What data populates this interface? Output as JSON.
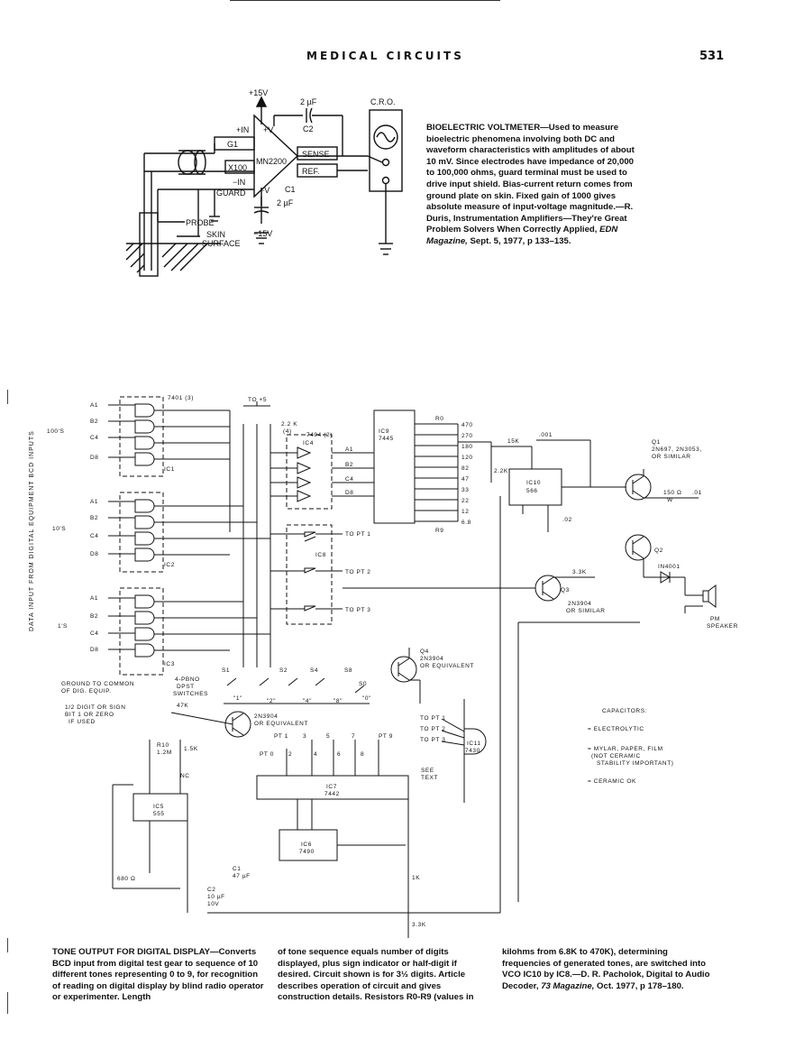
{
  "header": {
    "title": "MEDICAL CIRCUITS",
    "page_number": "531"
  },
  "bioelectric": {
    "caption_head": "BIOELECTRIC VOLTMETER",
    "caption_body": "—Used to measure bioelectric phenomena involving both DC and waveform characteristics with amplitudes of about 10 mV. Since electrodes have impedance of 20,000 to 100,000 ohms, guard terminal must be used to drive input shield. Bias-current return comes from ground plate on skin. Fixed gain of 1000 gives absolute measure of input-voltage magnitude.—R. Duris, Instrumentation Amplifiers—They're Great Problem Solvers When Correctly Applied, ",
    "caption_source": "EDN Magazine,",
    "caption_tail": " Sept. 5, 1977, p 133–135.",
    "labels": {
      "pos15": "+15V",
      "neg15": "−15V",
      "c2val": "2 µF",
      "c2": "C2",
      "cro": "C.R.O.",
      "in_pos": "+IN",
      "v_pos": "+V",
      "g1": "G1",
      "chip": "MN2200",
      "x100": "X100",
      "in_neg": "−IN",
      "guard": "GUARD",
      "v_neg": "−V",
      "c1": "C1",
      "c1val": "2 µF",
      "sense": "SENSE",
      "ref": "REF.",
      "probe": "PROBE",
      "skin": "SKIN",
      "surface": "SURFACE"
    }
  },
  "tone": {
    "caption_col1": "TONE OUTPUT FOR DIGITAL DISPLAY—Converts BCD input from digital test gear to sequence of 10 different tones representing 0 to 9, for recognition of reading on digital display by blind radio operator or experimenter. Length",
    "caption_col2": "of tone sequence equals number of digits displayed, plus sign indicator or half-digit if desired. Circuit shown is for 3½ digits. Article describes operation of circuit and gives construction details. Resistors R0-R9 (values in",
    "caption_col3a": "kilohms from 6.8K to 470K), determining frequencies of generated tones, are switched into VCO IC10 by IC8.—D. R. Pacholok, Digital to Audio Decoder, ",
    "caption_col3_source": "73 Magazine,",
    "caption_col3b": " Oct. 1977, p 178–180.",
    "side_label": "DATA INPUT FROM DIGITAL EQUIPMENT BCD INPUTS",
    "groups": [
      "100'S",
      "10'S",
      "1'S"
    ],
    "inputs": [
      "A1",
      "B2",
      "C4",
      "D8"
    ],
    "labels": {
      "ic7401": "7401 (3)",
      "to5": "TO +5",
      "r22k": "2.2 K",
      "r4": "(4)",
      "ic7404": "7404 (2)",
      "ic4": "IC4",
      "ic1": "IC1",
      "ic2": "IC2",
      "ic3": "IC3",
      "ic8": "IC8",
      "ic9a": "IC9",
      "ic9b": "7445",
      "r0": "R0",
      "r9": "R9",
      "ic10a": "IC10",
      "ic10b": "566",
      "q1a": "Q1",
      "q1b": "2N697, 2N3053,",
      "q1c": "OR SIMILAR",
      "q2": "Q2",
      "q3": "Q3",
      "q3part": "2N3904",
      "q3sim": "OR SIMILAR",
      "r15k": "15K",
      "c001": ".001",
      "c02": ".02",
      "r22k2": "2.2K",
      "r150": "150 Ω",
      "w": "W",
      "c01": ".01",
      "r33k": "3.3K",
      "d1": "IN4001",
      "spk1": "PM",
      "spk2": "SPEAKER",
      "topt1": "TO PT 1",
      "topt2": "TO PT 2",
      "topt3": "TO PT 3",
      "q4a": "Q4",
      "q4b": "2N3904",
      "q4c": "OR EQUIVALENT",
      "gnd1": "GROUND TO COMMON",
      "gnd2": "OF DIG. EQUIP.",
      "sw1": "4-PBNO",
      "sw2": "DPST",
      "sw3": "SWITCHES",
      "half1": "1/2 DIGIT OR SIGN",
      "half2": "BIT 1 OR ZERO",
      "half3": "IF USED",
      "r47k": "47K",
      "q5a": "2N3904",
      "q5b": "OR EQUIVALENT",
      "rt10": "R10",
      "rt12": "1.2M",
      "r15k2": "1.5K",
      "nc": "NC",
      "ic5a": "IC5",
      "ic5b": "555",
      "ic7a": "IC7",
      "ic7b": "7442",
      "ic6a": "IC6",
      "ic6b": "7490",
      "c1a": "C1",
      "c1b": "47 µF",
      "c2a": "C2",
      "c2b": "10 µF",
      "c2c": "10V",
      "r680": "680 Ω",
      "r1k": "1K",
      "r33k2": "3.3K",
      "ic11a": "IC11",
      "ic11b": "7430",
      "see": "SEE",
      "text": "TEXT",
      "cap_title": "CAPACITORS:",
      "cap_elec": "= ELECTROLYTIC",
      "cap_mylar": "= MYLAR, PAPER, FILM",
      "cap_nc": "(NOT CERAMIC",
      "cap_stab": "STABILITY IMPORTANT)",
      "cap_cer": "= CERAMIC OK"
    },
    "switches": [
      "S1",
      "S2",
      "S4",
      "S8",
      "S0"
    ],
    "switch_values": [
      "\"1\"",
      "\"2\"",
      "\"4\"",
      "\"8\"",
      "\"0\""
    ],
    "ic4_pins": [
      "A1",
      "B2",
      "C4",
      "D8"
    ],
    "resistor_values": [
      "470",
      "270",
      "180",
      "120",
      "82",
      "47",
      "33",
      "22",
      "12",
      "6.8"
    ],
    "pt_labels": [
      "PT 1",
      "3",
      "5",
      "7",
      "PT 9",
      "PT 0",
      "2",
      "4",
      "6",
      "8"
    ],
    "to_pt_right": [
      "TO PT 1",
      "TO PT 2",
      "TO PT 3"
    ]
  }
}
